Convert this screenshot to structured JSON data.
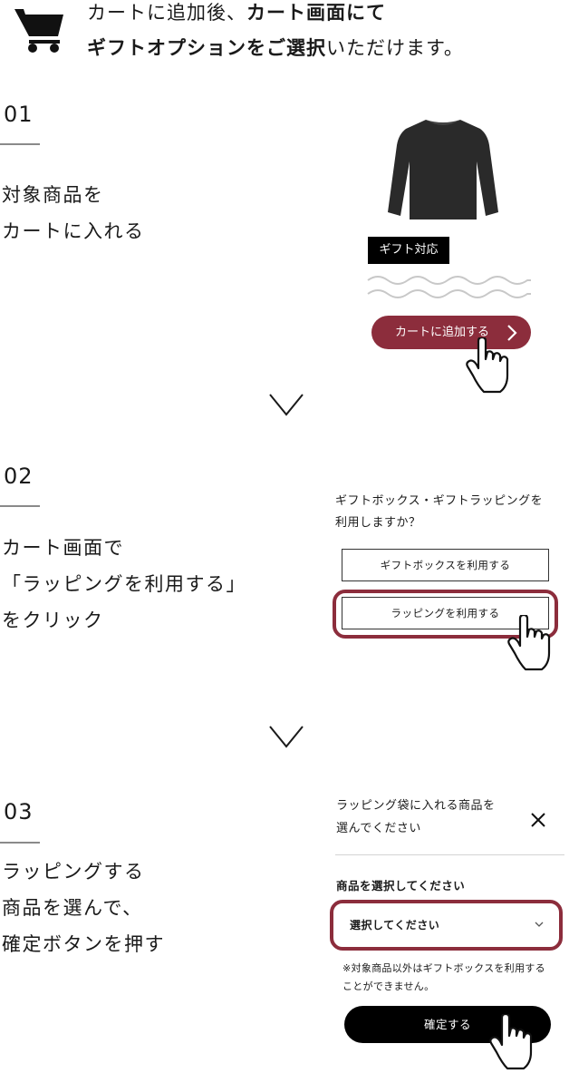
{
  "header": {
    "line1_prefix": "カートに追加後、",
    "line1_bold": "カート画面にて",
    "line2_bold": "ギフトオプションをご選択",
    "line2_suffix": "いただけます。"
  },
  "steps": [
    {
      "number": "01",
      "text": [
        "対象商品を",
        "カートに入れる"
      ],
      "gift_tag": "ギフト対応",
      "add_to_cart": "カートに追加する"
    },
    {
      "number": "02",
      "text": [
        "カート画面で",
        "「ラッピングを利用する」",
        "をクリック"
      ],
      "question": [
        "ギフトボックス・ギフトラッピングを",
        "利用しますか？"
      ],
      "option_giftbox": "ギフトボックスを利用する",
      "option_wrapping": "ラッピングを利用する"
    },
    {
      "number": "03",
      "text": [
        "ラッピングする",
        "商品を選んで、",
        "確定ボタンを押す"
      ],
      "modal_title": [
        "ラッピング袋に入れる商品を",
        "選んでください"
      ],
      "select_label": "商品を選択してください",
      "select_value": "選択してください",
      "note": [
        "※対象商品以外はギフトボックスを利用する",
        "ことができません。"
      ],
      "confirm": "確定する"
    }
  ],
  "colors": {
    "accent": "#8c2d3c",
    "text": "#1a1a1a",
    "button_dark": "#000000"
  }
}
